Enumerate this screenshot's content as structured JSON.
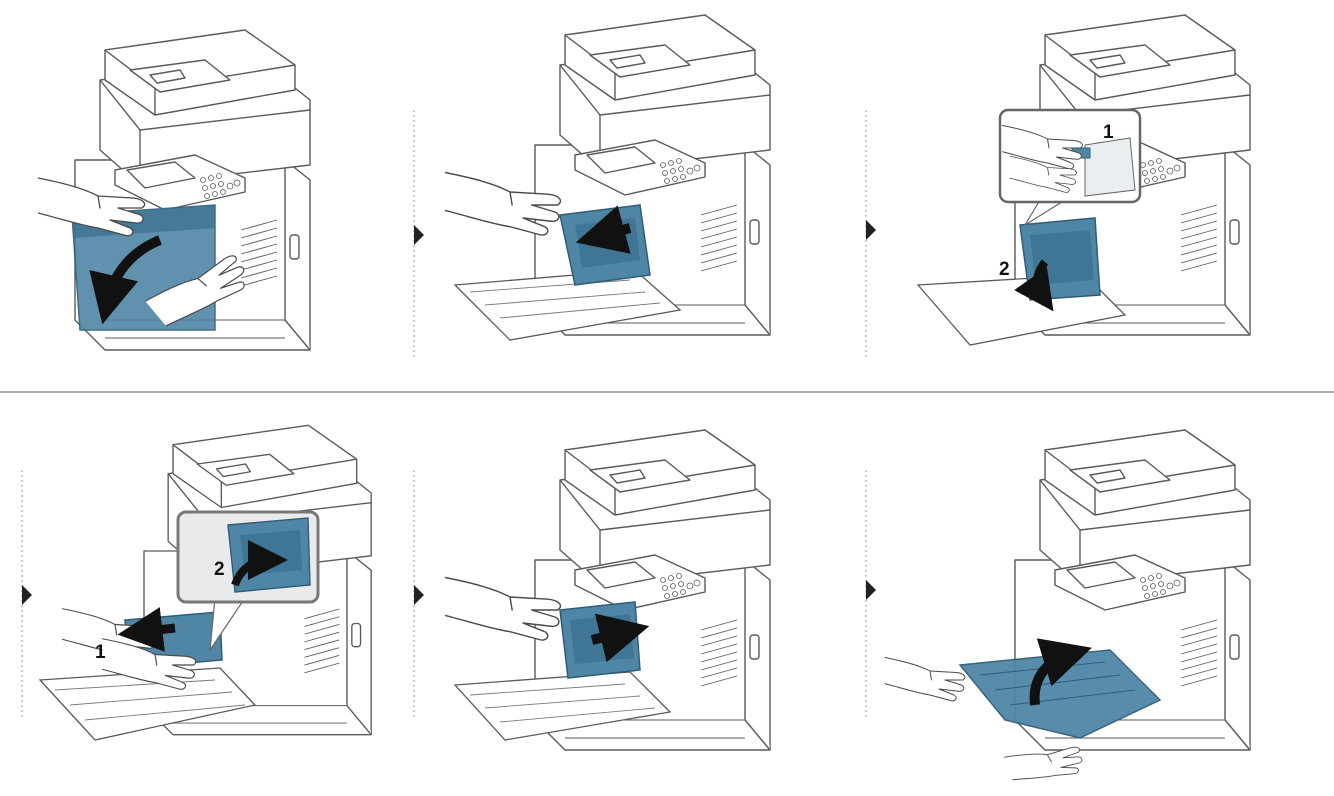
{
  "figure": {
    "title": "",
    "palette": {
      "outline": "#5a5a5a",
      "panel": "#ffffff",
      "accent": "#4f86a6",
      "accent_dark": "#2f5d78",
      "separator": "#888888"
    }
  },
  "steps": [
    {
      "order": 1,
      "scene": "open-front-cover",
      "arrow": "arrow-down-curved",
      "callouts": []
    },
    {
      "order": 2,
      "scene": "pull-out-toner-cartridge",
      "arrow": "arrow-left",
      "callouts": []
    },
    {
      "order": 3,
      "scene": "release-lever-and-lower-cartridge",
      "arrow": "arrow-down-curved",
      "callouts": [
        "1",
        "2"
      ]
    },
    {
      "order": 4,
      "scene": "remove-cartridge-and-rotate",
      "arrow": "arrow-left",
      "callouts": [
        "1",
        "2"
      ]
    },
    {
      "order": 5,
      "scene": "insert-new-toner-cartridge",
      "arrow": "arrow-right",
      "callouts": []
    },
    {
      "order": 6,
      "scene": "close-front-cover",
      "arrow": "arrow-up-curved",
      "callouts": []
    }
  ]
}
